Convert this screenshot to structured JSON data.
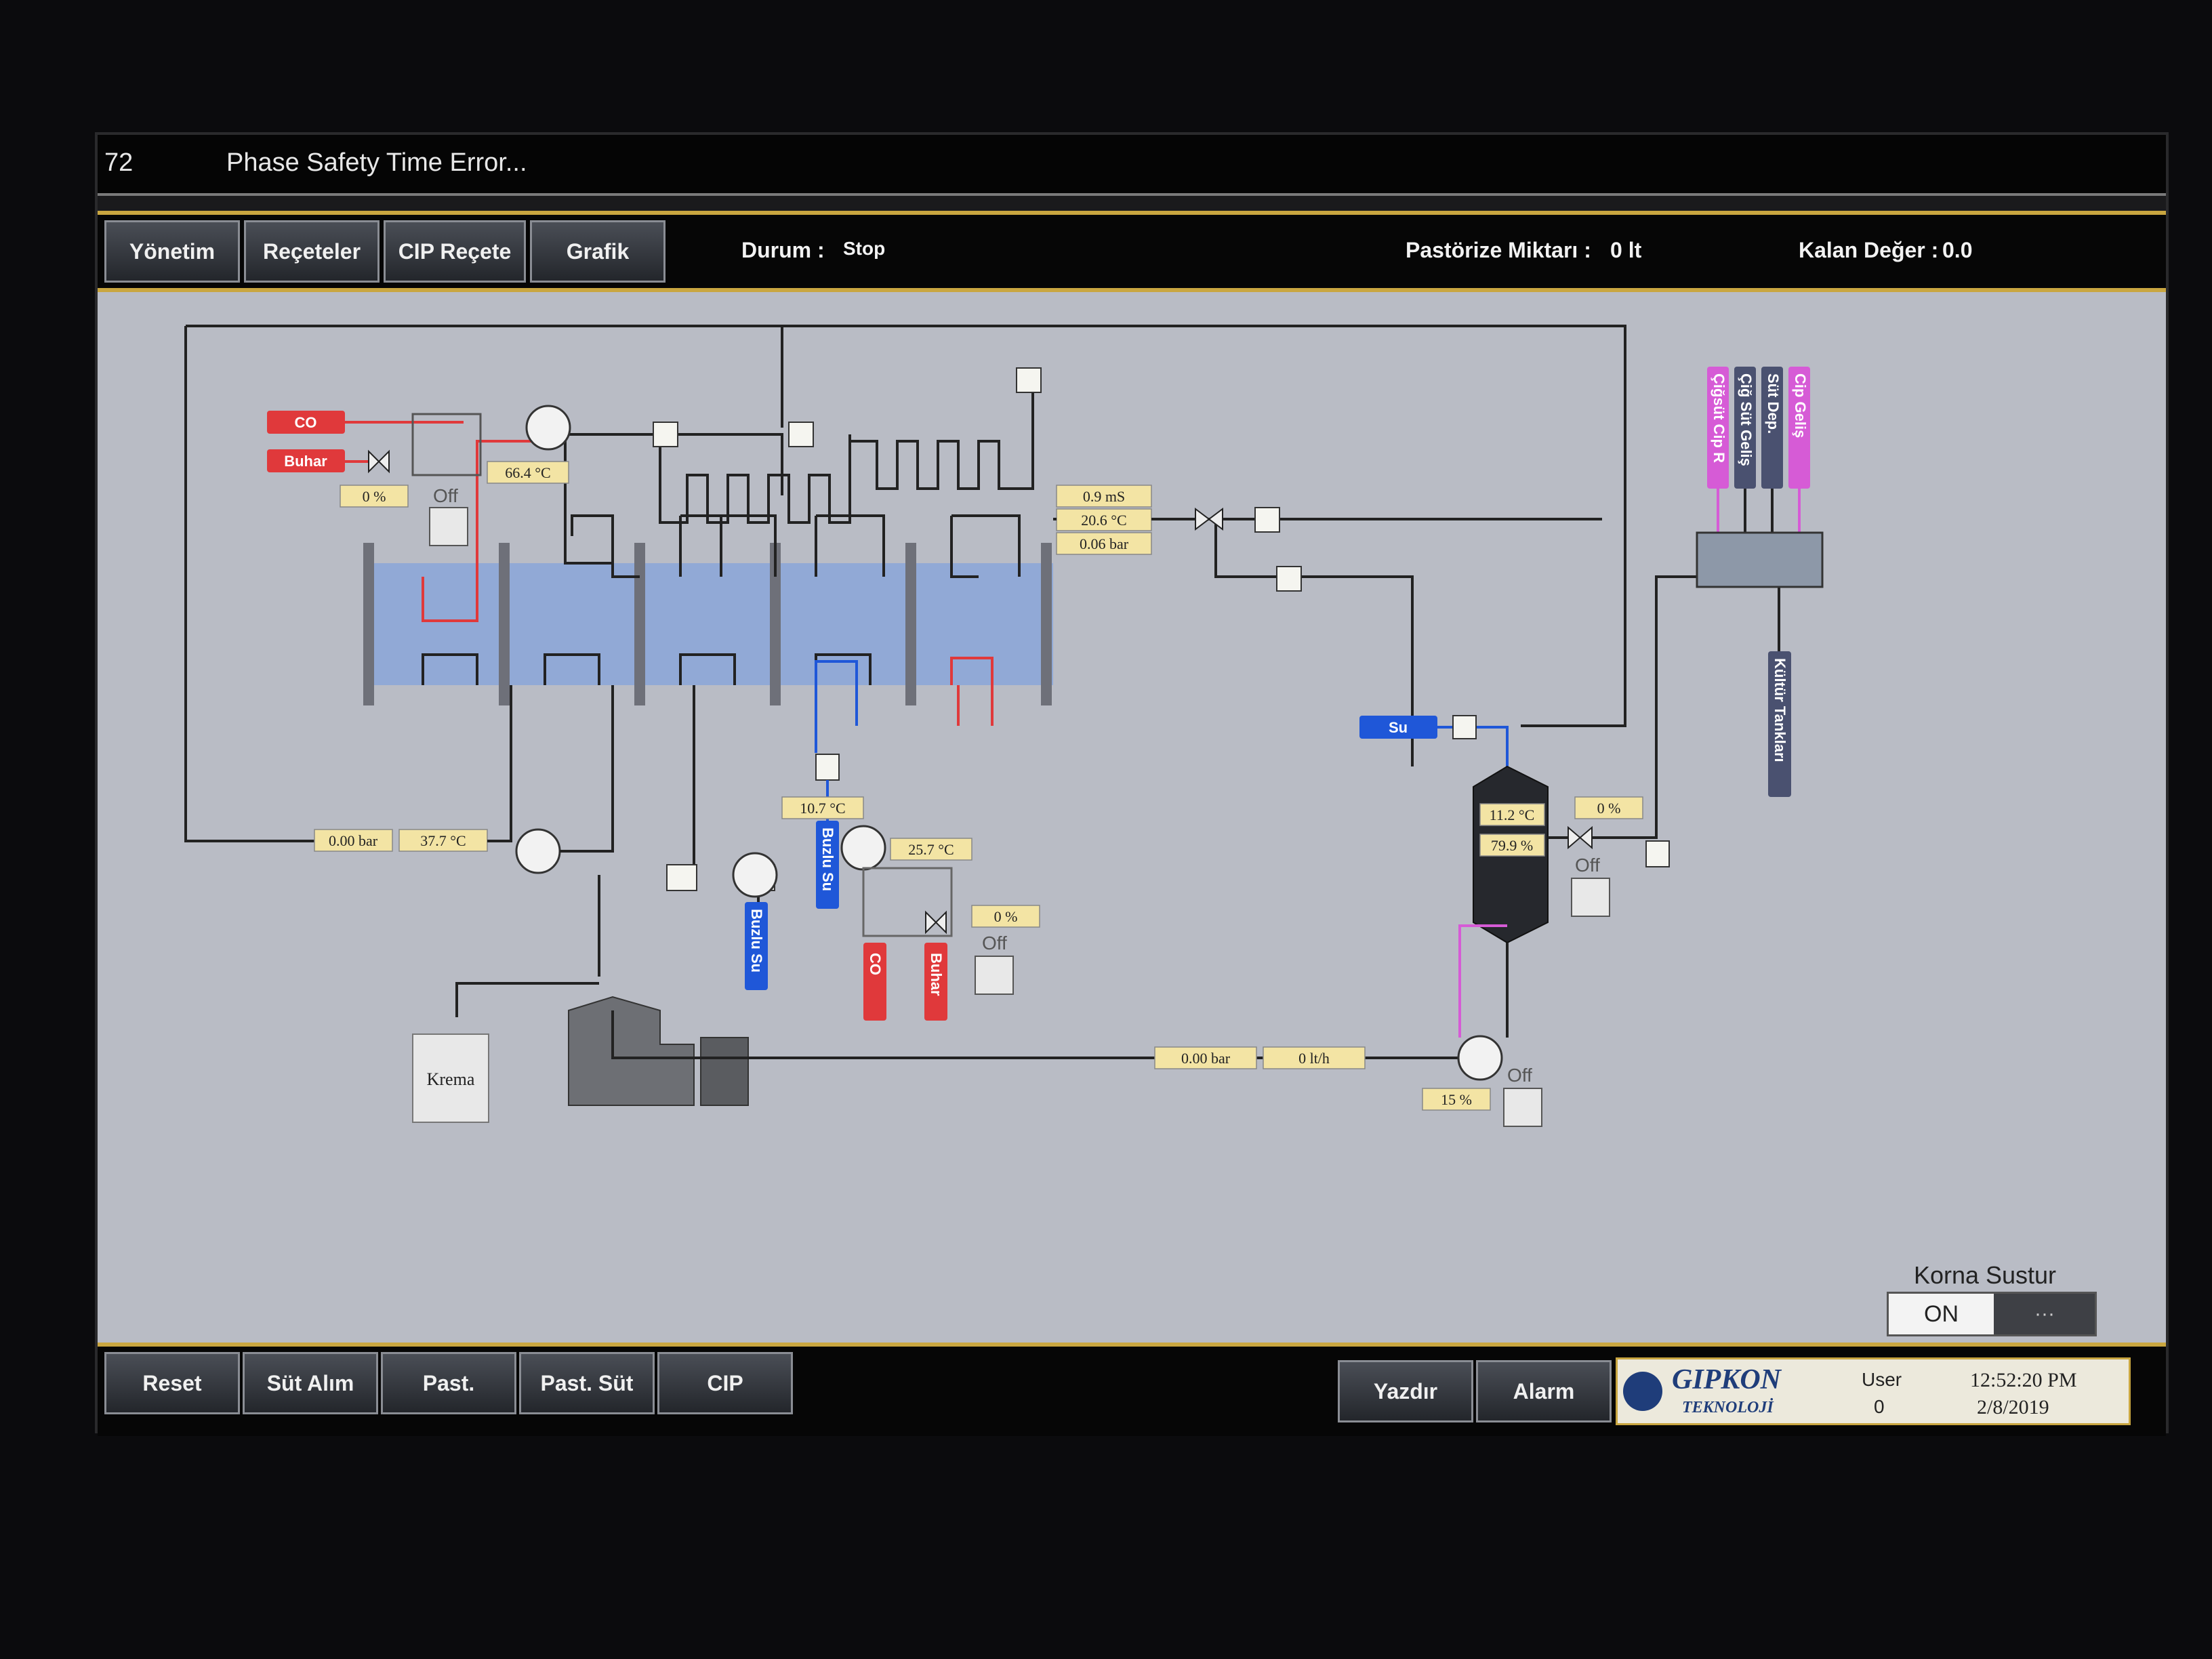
{
  "alarm": {
    "code": "72",
    "message": "Phase Safety Time Error..."
  },
  "nav": {
    "yonetim": "Yönetim",
    "receteler": "Reçeteler",
    "cip_recete": "CIP Reçete",
    "grafik": "Grafik"
  },
  "status": {
    "durum_label": "Durum :",
    "durum_value": "Stop",
    "pastorize_label": "Pastörize Miktarı :",
    "pastorize_value": "0 lt",
    "kalan_label": "Kalan Değer :",
    "kalan_value": "0.0"
  },
  "process": {
    "steam_left": {
      "co": "CO",
      "buhar": "Buhar",
      "valve_pct": "0 %",
      "off": "Off",
      "temp": "66.4 °C"
    },
    "inlet": {
      "pressure": "0.00 bar",
      "temp": "37.7 °C"
    },
    "outlet": {
      "conductivity": "0.9 mS",
      "temp": "20.6 °C",
      "pressure": "0.06 bar"
    },
    "ice_water": {
      "temp": "10.7 °C",
      "label_a": "Buzlu Su",
      "label_b": "Buzlu Su"
    },
    "hot_section": {
      "temp": "25.7 °C",
      "co": "CO",
      "buhar": "Buhar",
      "valve_pct": "0 %",
      "off": "Off"
    },
    "krema": "Krema",
    "su": "Su",
    "tank": {
      "temp": "11.2 °C",
      "level": "79.9 %",
      "valve_pct": "0 %",
      "off": "Off"
    },
    "feed": {
      "pressure": "0.00 bar",
      "flow": "0 lt/h",
      "pump_pct": "15 %",
      "off": "Off"
    },
    "vertical_labels": [
      "Çiğsüt Cip R",
      "Çiğ Süt Geliş",
      "Süt Dep.",
      "Cip Geliş"
    ],
    "kultur": "Kültür Tankları"
  },
  "horn": {
    "title": "Korna Sustur",
    "state": "ON",
    "dots": "···"
  },
  "bottom": {
    "reset": "Reset",
    "sut_alim": "Süt Alım",
    "past": "Past.",
    "past_sut": "Past. Süt",
    "cip": "CIP",
    "yazdir": "Yazdır",
    "alarm": "Alarm"
  },
  "footer": {
    "brand": "GIPKON",
    "brand_sub": "TEKNOLOJİ",
    "user_label": "User",
    "user_value": "0",
    "time": "12:52:20 PM",
    "date": "2/8/2019"
  },
  "colors": {
    "accent_gold": "#c9a640",
    "canvas": "#b9bcc5",
    "steam_red": "#e0393b",
    "water_blue": "#1f57d8",
    "cip_pink": "#d65bd6"
  }
}
